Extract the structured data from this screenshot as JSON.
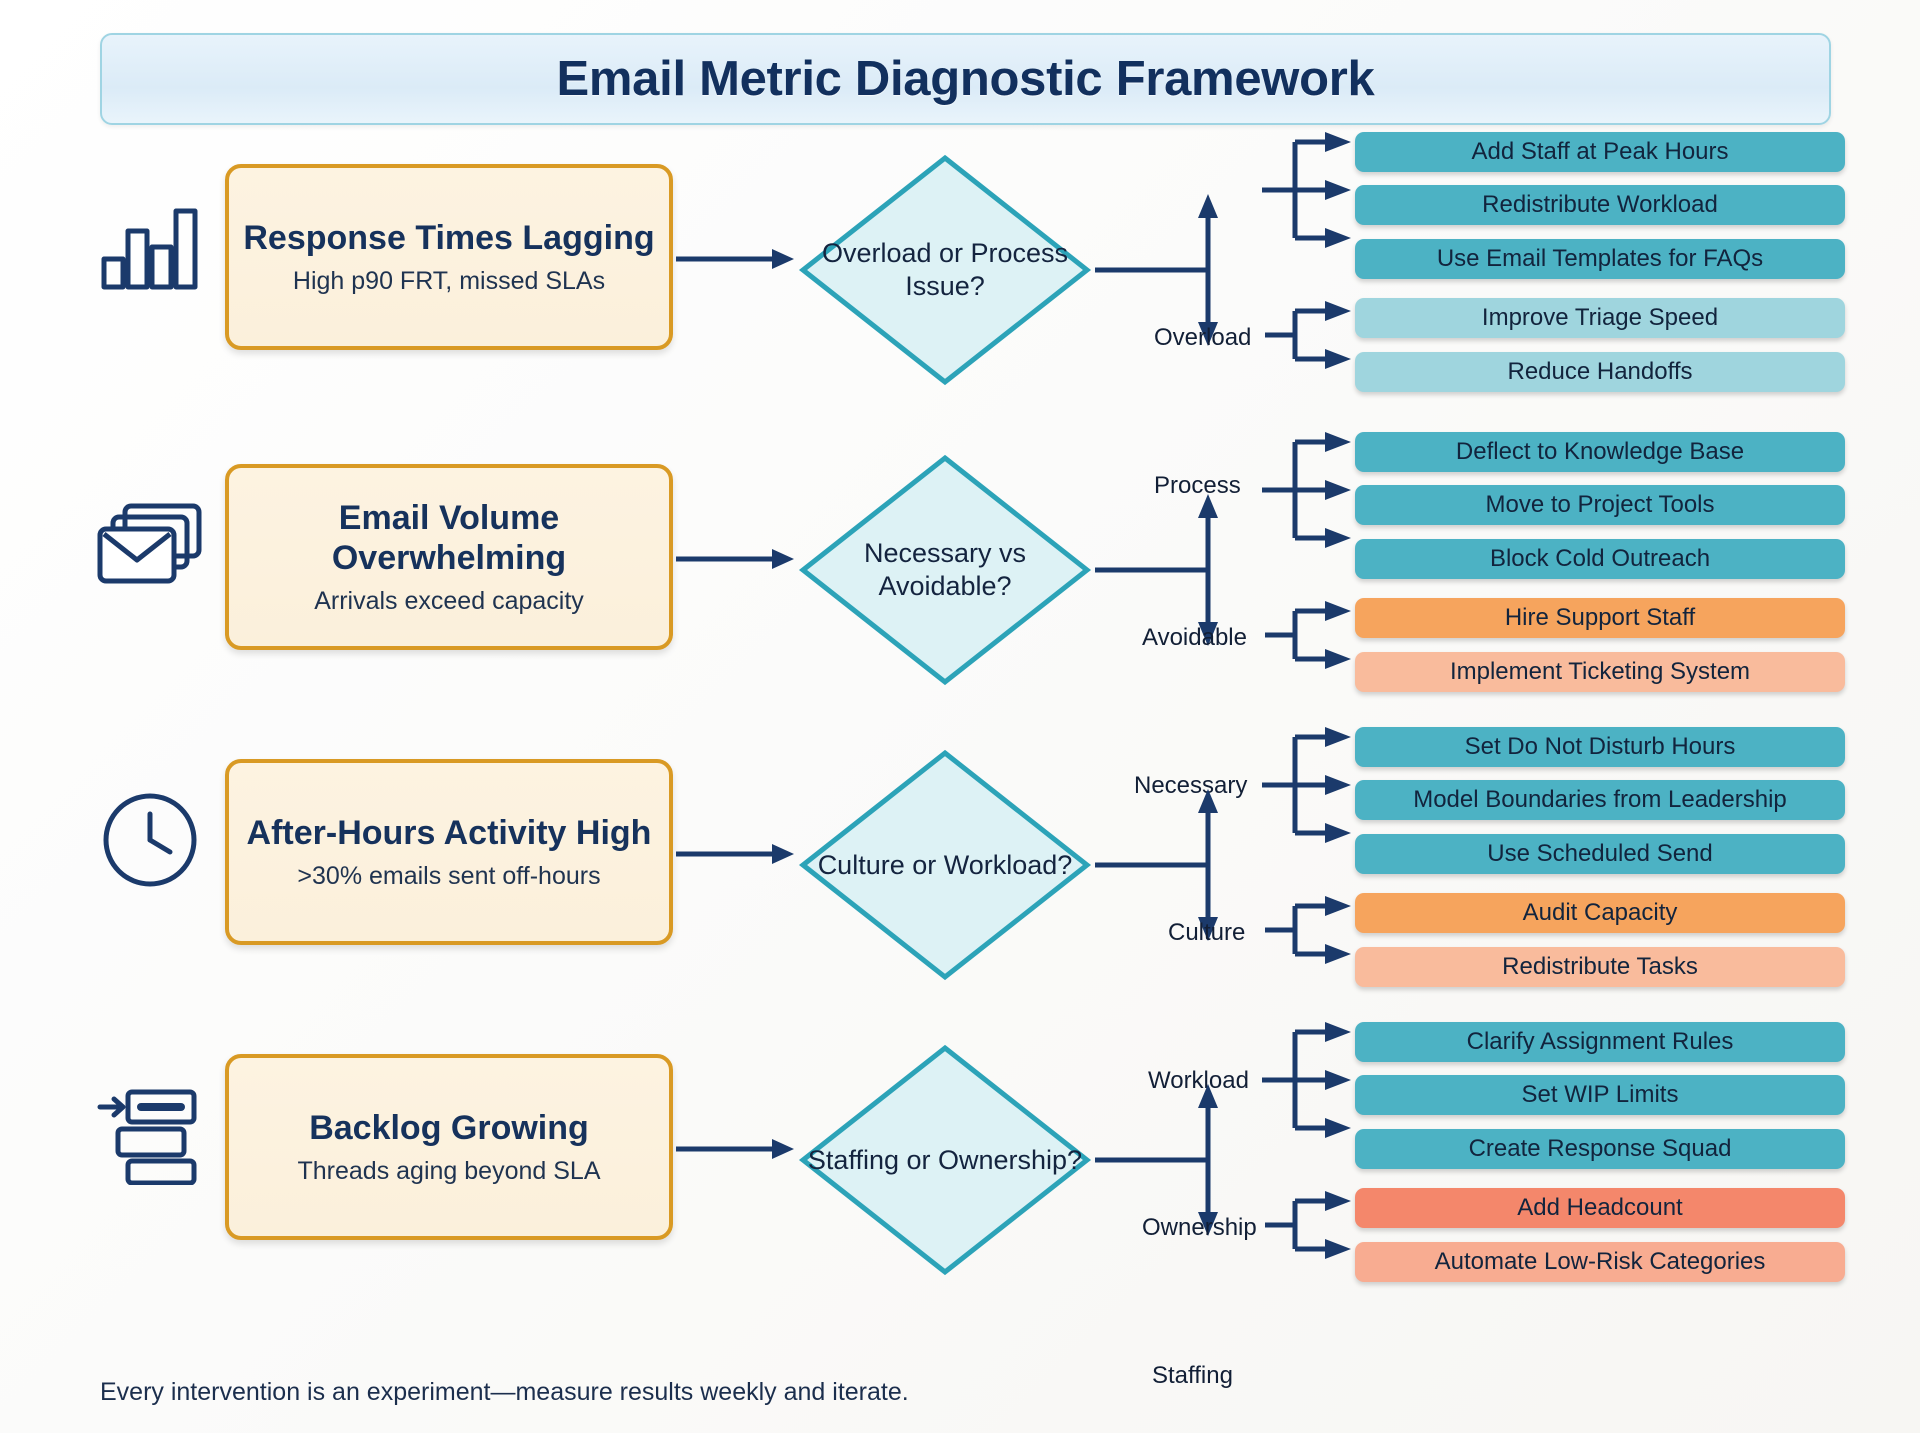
{
  "header": {
    "title": "Email Metric Diagnostic Framework"
  },
  "footer": {
    "note": "Every intervention is an experiment—measure results weekly and iterate."
  },
  "colors": {
    "navy": "#16325c",
    "amber_border": "#d99a24",
    "card_fill": "#fdf3e1",
    "teal_border": "#2ca3b8",
    "diamond_fill": "#ddf2f5",
    "chip_teal_strong": "#4cb2c4",
    "chip_teal_light": "#9fd5de",
    "chip_orange_strong": "#f6a45d",
    "chip_orange_light": "#f9bb9c",
    "chip_coral_strong": "#f4876b",
    "chip_coral_light": "#f8ac91",
    "title_bg": "#e2eff9"
  },
  "rows": [
    {
      "icon": "bar-chart-icon",
      "problem_title": "Response Times Lagging",
      "problem_subtitle": "High p90 FRT, missed SLAs",
      "decision": "Overload or Process Issue?",
      "branch_a_label": "Overload",
      "branch_a_actions": [
        "Add Staff at Peak Hours",
        "Redistribute Workload",
        "Use Email Templates for FAQs"
      ],
      "branch_b_label": "Process",
      "branch_b_actions": [
        "Improve Triage Speed",
        "Reduce Handoffs"
      ]
    },
    {
      "icon": "stacked-envelopes-icon",
      "problem_title": "Email Volume Overwhelming",
      "problem_subtitle": "Arrivals exceed capacity",
      "decision": "Necessary vs Avoidable?",
      "branch_a_label": "Avoidable",
      "branch_a_actions": [
        "Deflect to Knowledge Base",
        "Move to Project Tools",
        "Block Cold Outreach"
      ],
      "branch_b_label": "Necessary",
      "branch_b_actions": [
        "Hire Support Staff",
        "Implement Ticketing System"
      ]
    },
    {
      "icon": "clock-icon",
      "problem_title": "After-Hours Activity High",
      "problem_subtitle": ">30% emails sent off-hours",
      "decision": "Culture or Workload?",
      "branch_a_label": "Culture",
      "branch_a_actions": [
        "Set Do Not Disturb Hours",
        "Model Boundaries from Leadership",
        "Use Scheduled Send"
      ],
      "branch_b_label": "Workload",
      "branch_b_actions": [
        "Audit Capacity",
        "Redistribute Tasks"
      ]
    },
    {
      "icon": "backlog-queue-icon",
      "problem_title": "Backlog Growing",
      "problem_subtitle": "Threads aging beyond SLA",
      "decision": "Staffing or Ownership?",
      "branch_a_label": "Ownership",
      "branch_a_actions": [
        "Clarify Assignment Rules",
        "Set WIP Limits",
        "Create Response Squad"
      ],
      "branch_b_label": "Staffing",
      "branch_b_actions": [
        "Add Headcount",
        "Automate Low-Risk Categories"
      ]
    }
  ]
}
